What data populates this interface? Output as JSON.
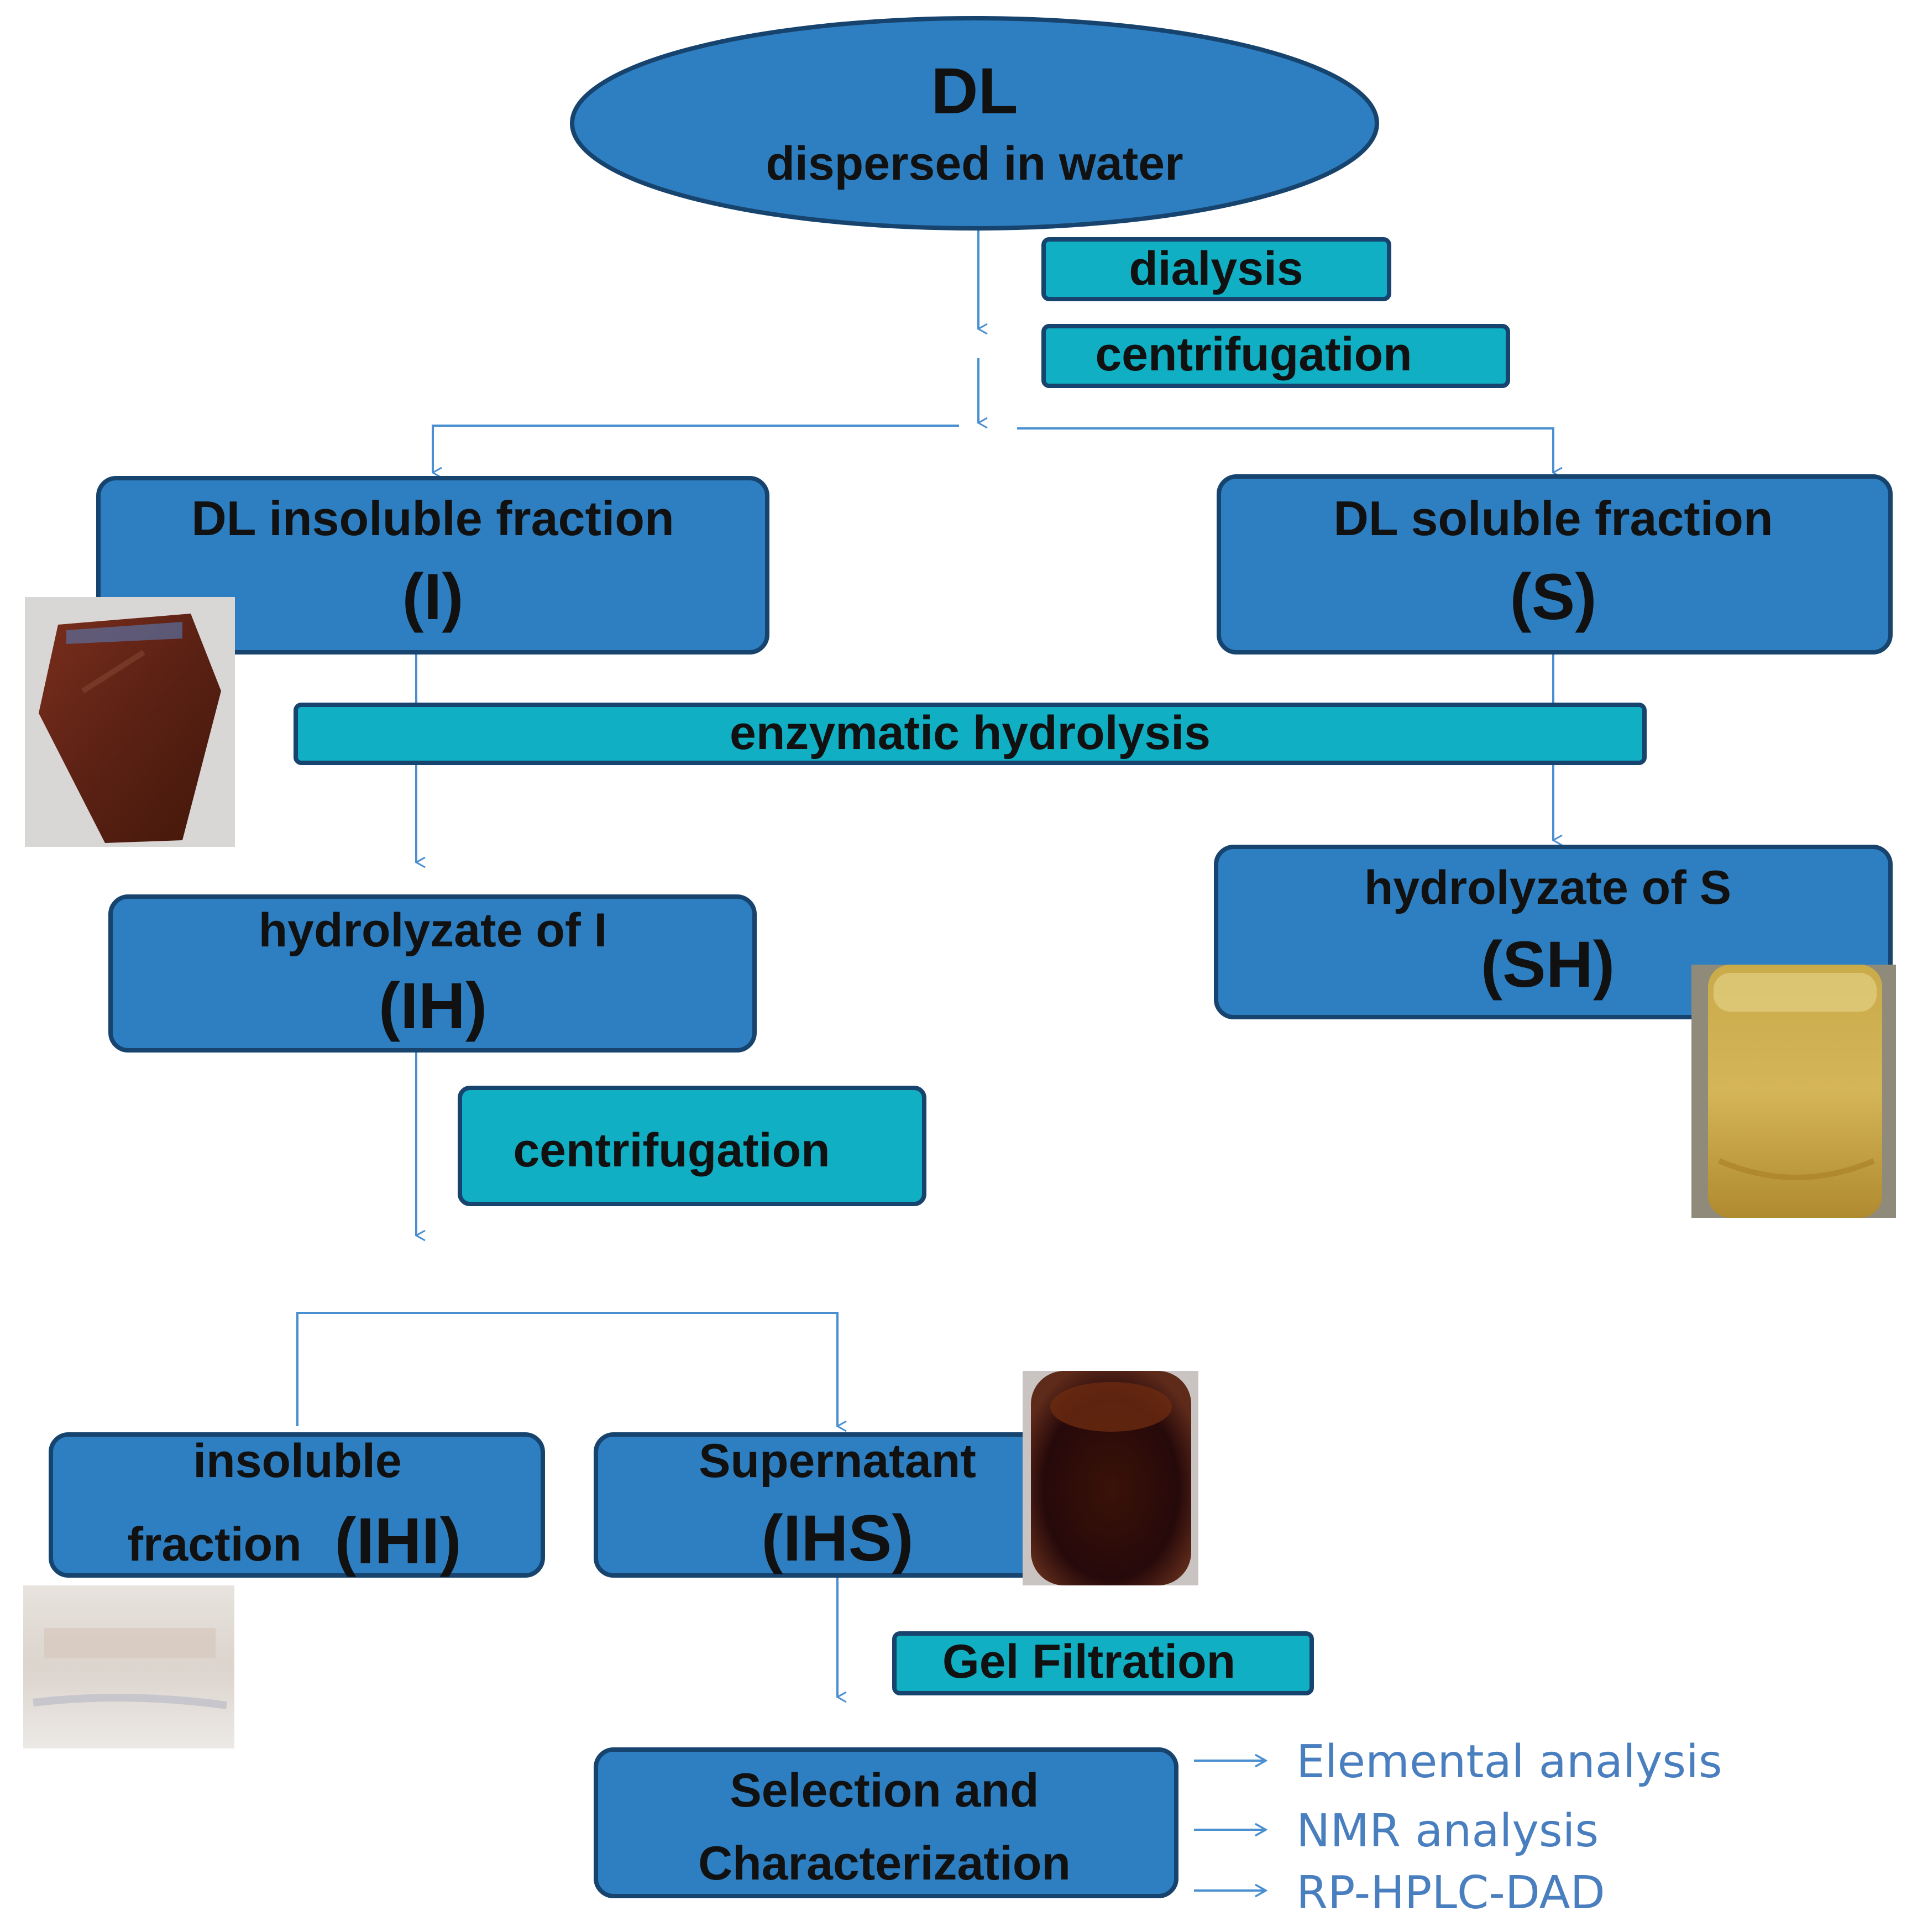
{
  "nodes": {
    "dl": {
      "title": "DL",
      "subtitle": "dispersed in water"
    },
    "insoluble": {
      "title": "DL insoluble fraction",
      "code": "(I)"
    },
    "soluble": {
      "title": "DL soluble fraction",
      "code": "(S)"
    },
    "hydrolyzate_i": {
      "title": "hydrolyzate of I",
      "code": "(IH)"
    },
    "hydrolyzate_s": {
      "title": "hydrolyzate of S",
      "code": "(SH)"
    },
    "ihi": {
      "line1": "insoluble",
      "line2": "fraction",
      "code": "(IHI)"
    },
    "ihs": {
      "title": "Supernatant",
      "code": "(IHS)"
    },
    "selection": {
      "line1": "Selection and",
      "line2": "Characterization"
    }
  },
  "steps": {
    "dialysis": "dialysis",
    "centrifugation_1": "centrifugation",
    "enzymatic": "enzymatic hydrolysis",
    "centrifugation_2": "centrifugation",
    "gel_filtration": "Gel Filtration"
  },
  "analyses": [
    "Elemental analysis",
    "NMR analysis",
    "RP-HPLC-DAD"
  ],
  "colors": {
    "node_fill": "#2e7fc1",
    "node_stroke": "#17446e",
    "step_fill": "#10afc3",
    "step_stroke": "#17446e",
    "arrow": "#4a8fd0",
    "analysis_text": "#4a7fbf"
  },
  "photos": {
    "insoluble": "brown-pellet-photo",
    "hydrolyzate_s": "yellow-liquid-photo",
    "ihs": "dark-brown-liquid-photo",
    "ihi": "pale-residue-photo"
  }
}
